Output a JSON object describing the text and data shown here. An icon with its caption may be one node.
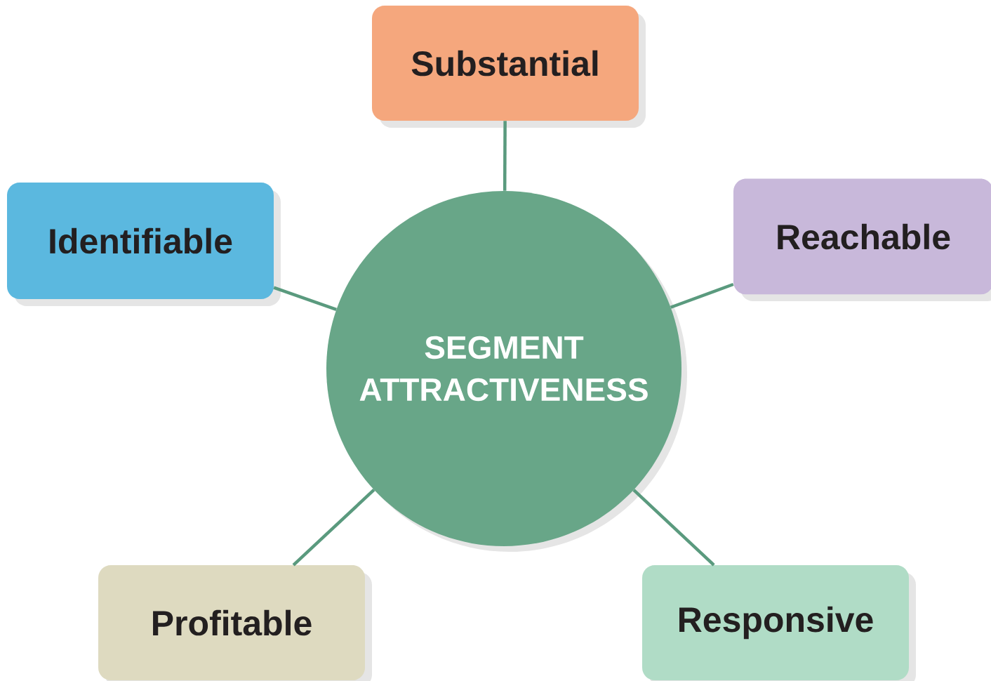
{
  "diagram": {
    "nodes": [
      {
        "text": [
          "Substantial"
        ]
      },
      {
        "text": [
          "Identifiable"
        ]
      },
      {
        "text": [
          "Reachable"
        ]
      },
      {
        "text": [
          "SEGMENT ATTRACTIVENESS"
        ]
      },
      {
        "text": [
          "Profitable"
        ]
      },
      {
        "text": [
          "Responsive"
        ]
      }
    ],
    "edges": [
      {
        "from": 3,
        "to": 0,
        "arrow": "none"
      },
      {
        "from": 3,
        "to": 1,
        "arrow": "none"
      },
      {
        "from": 3,
        "to": 2,
        "arrow": "none"
      },
      {
        "from": 3,
        "to": 4,
        "arrow": "none"
      },
      {
        "from": 3,
        "to": 5,
        "arrow": "none"
      }
    ]
  }
}
